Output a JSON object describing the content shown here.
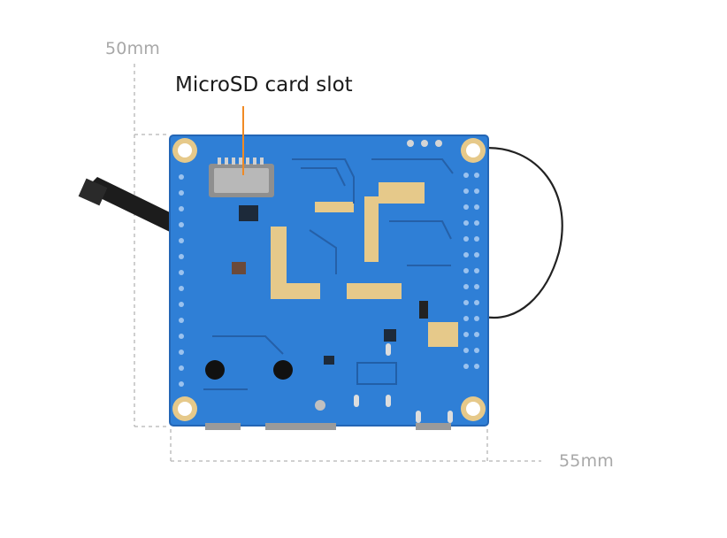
{
  "dimensions": {
    "height_label": "50mm",
    "width_label": "55mm"
  },
  "callout": {
    "text": "MicroSD card slot",
    "line_color": "#f08a24"
  },
  "colors": {
    "board_blue": "#2f7fd6",
    "pad_gold": "#e6c98a",
    "antenna_wire": "#222222",
    "guide_line": "#b5b5b5"
  }
}
